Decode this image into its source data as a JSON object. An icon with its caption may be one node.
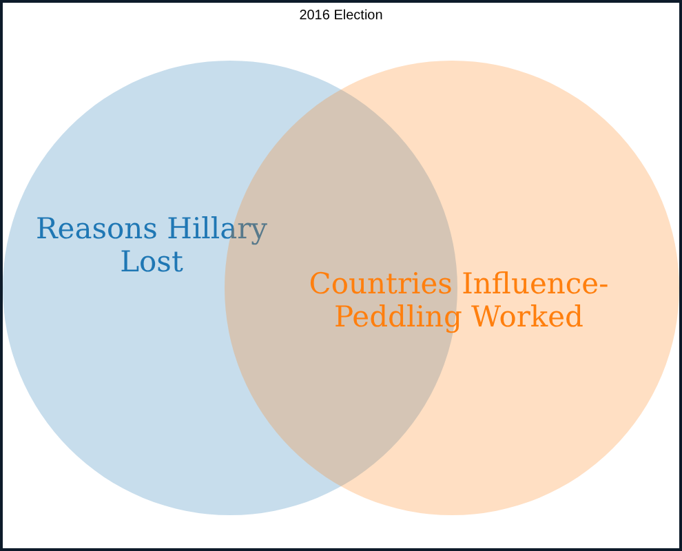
{
  "diagram": {
    "title": "2016 Election",
    "nodes": [
      {
        "text": [
          "Reasons Hillary Lost"
        ]
      },
      {
        "text": [
          "Countries Influence-Peddling Worked"
        ]
      }
    ]
  }
}
